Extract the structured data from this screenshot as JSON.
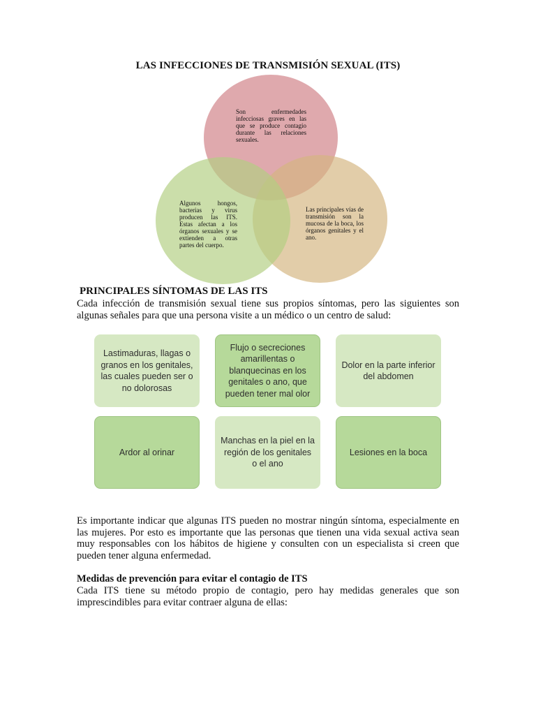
{
  "document": {
    "title": "LAS INFECCIONES DE TRANSMISIÓN SEXUAL (ITS)",
    "venn": {
      "top_text": "Son enfermedades infecciosas graves en las que se produce contagio durante las relaciones sexuales.",
      "left_text": "Algunos hongos, bacterias y virus producen las ITS. Estas afectan a los órganos sexuales y se extienden a otras partes del cuerpo.",
      "right_text": "Las principales vías de transmisión son la mucosa de la boca, los órganos genitales y el ano.",
      "colors": {
        "top": "#d9a0a4",
        "left": "#c8dca0",
        "right": "#dfc9a0"
      }
    },
    "symptoms_heading": "PRINCIPALES SÍNTOMAS DE LAS ITS",
    "symptoms_intro": "Cada infección de transmisión sexual tiene sus propios síntomas, pero las siguientes son algunas señales para que una persona visite a un médico o un centro de salud:",
    "symptoms": [
      "Lastimaduras, llagas o granos en los genitales, las cuales pueden ser o no dolorosas",
      "Flujo o secreciones amarillentas o blanquecinas en los genitales o ano, que pueden tener mal olor",
      "Dolor en la parte inferior del abdomen",
      "Ardor al orinar",
      "Manchas en la piel en la región de los genitales o el ano",
      "Lesiones en la boca"
    ],
    "note_paragraph": "Es importante indicar que algunas ITS pueden no mostrar ningún síntoma, especialmente en las mujeres. Por esto es importante que las personas que tienen una vida sexual activa sean muy responsables con los hábitos de higiene y consulten con un especialista si creen que pueden tener alguna enfermedad.",
    "prevention_heading": "Medidas de prevención para evitar el contagio de ITS",
    "prevention_intro": "Cada ITS tiene su método propio de contagio, pero hay medidas generales que son imprescindibles para evitar contraer alguna de ellas:"
  }
}
